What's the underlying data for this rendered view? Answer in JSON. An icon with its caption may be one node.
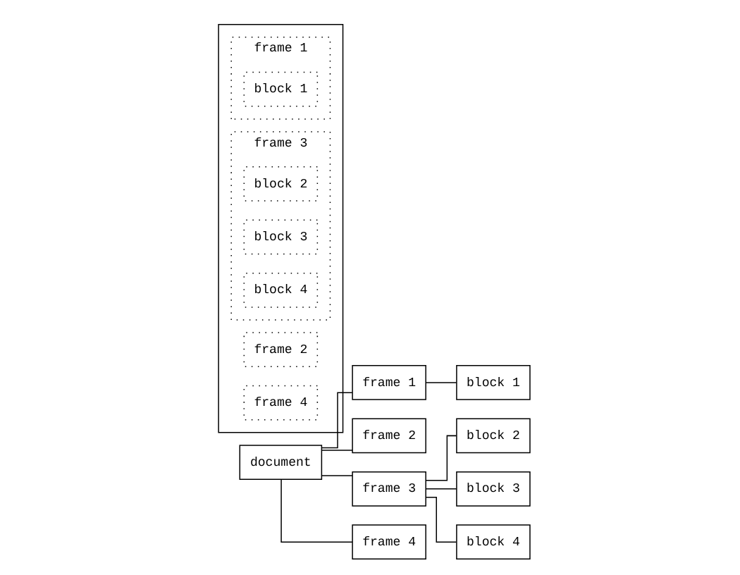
{
  "diagram": {
    "nodes": [
      {
        "text": [
          "document"
        ]
      },
      {
        "text": [
          "frame 1"
        ]
      },
      {
        "text": [
          "block 1"
        ]
      },
      {
        "text": [
          "frame 2"
        ]
      },
      {
        "text": [
          "frame 3"
        ]
      },
      {
        "text": [
          "block 2"
        ]
      },
      {
        "text": [
          "block 3"
        ]
      },
      {
        "text": [
          "block 4"
        ]
      },
      {
        "text": [
          "frame 4"
        ]
      },
      {
        "text": [],
        "shape": "box"
      },
      {
        "text": [
          "frame 1"
        ],
        "in": 9
      },
      {
        "text": [
          "block 1"
        ],
        "in": 10
      },
      {
        "text": [
          "frame 3"
        ],
        "in": 9
      },
      {
        "text": [
          "block 2"
        ],
        "in": 12
      },
      {
        "text": [
          "frame 2"
        ],
        "in": 9
      },
      {
        "text": [
          "block 3"
        ],
        "in": 12
      },
      {
        "text": [
          "frame 4"
        ],
        "in": 9
      },
      {
        "text": [
          "block 4"
        ],
        "in": 12
      }
    ],
    "edges": [
      {
        "from": 0,
        "to": 1,
        "arrow": "none"
      },
      {
        "from": 1,
        "to": 2,
        "arrow": "none"
      },
      {
        "from": 0,
        "to": 3,
        "arrow": "none"
      },
      {
        "from": 0,
        "to": 4,
        "arrow": "none"
      },
      {
        "from": 4,
        "to": 5,
        "arrow": "none"
      },
      {
        "from": 4,
        "to": 6,
        "arrow": "none"
      },
      {
        "from": 4,
        "to": 7,
        "arrow": "none"
      },
      {
        "from": 0,
        "to": 8,
        "arrow": "none"
      }
    ]
  }
}
